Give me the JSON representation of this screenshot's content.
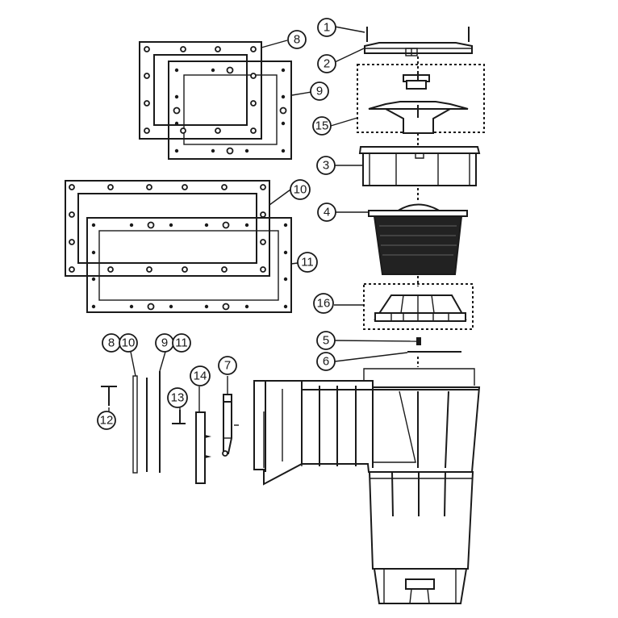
{
  "diagram": {
    "type": "exploded parts diagram",
    "subject": "pool skimmer assembly",
    "colors": {
      "line": "#1a1a1a",
      "background": "#ffffff"
    },
    "callouts": [
      {
        "id": "c1",
        "label": "1",
        "part": "lid-screws"
      },
      {
        "id": "c2",
        "label": "2",
        "part": "skimmer-lid"
      },
      {
        "id": "c15",
        "label": "15",
        "part": "weir-float-assembly"
      },
      {
        "id": "c3",
        "label": "3",
        "part": "collar"
      },
      {
        "id": "c4",
        "label": "4",
        "part": "basket"
      },
      {
        "id": "c16",
        "label": "16",
        "part": "basket-support"
      },
      {
        "id": "c5",
        "label": "5",
        "part": "screw"
      },
      {
        "id": "c6",
        "label": "6",
        "part": "rod"
      },
      {
        "id": "c8",
        "label": "8",
        "part": "standard-faceplate-gasket"
      },
      {
        "id": "c9",
        "label": "9",
        "part": "standard-faceplate-gasket-inner"
      },
      {
        "id": "c10",
        "label": "10",
        "part": "wide-mouth-faceplate-gasket"
      },
      {
        "id": "c11",
        "label": "11",
        "part": "wide-mouth-faceplate-gasket-inner"
      },
      {
        "id": "c8b",
        "label": "8",
        "part": "gasket-strip-8"
      },
      {
        "id": "c10b",
        "label": "10",
        "part": "gasket-strip-10"
      },
      {
        "id": "c9b",
        "label": "9",
        "part": "gasket-strip-9"
      },
      {
        "id": "c11b",
        "label": "11",
        "part": "gasket-strip-11"
      },
      {
        "id": "c12",
        "label": "12",
        "part": "t-bolt"
      },
      {
        "id": "c13",
        "label": "13",
        "part": "t-bolt-alt"
      },
      {
        "id": "c14",
        "label": "14",
        "part": "weir-hinge-bar"
      },
      {
        "id": "c7",
        "label": "7",
        "part": "weir-door"
      }
    ]
  }
}
